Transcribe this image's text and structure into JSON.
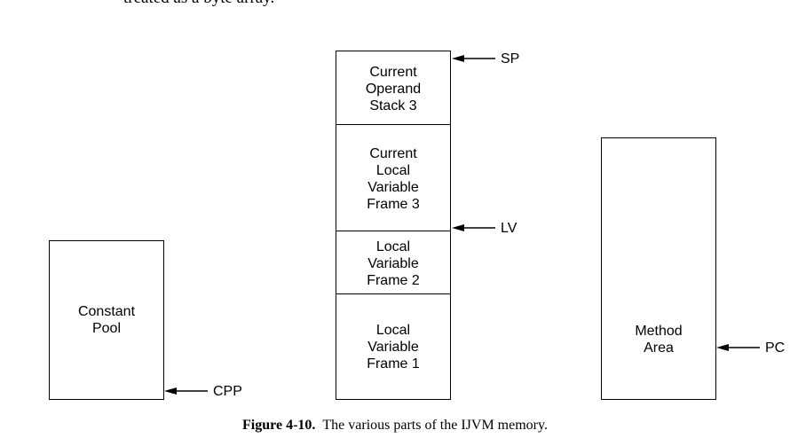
{
  "page": {
    "cut_text": "treated as a byte array."
  },
  "constant_pool": {
    "label": "Constant\nPool",
    "pointer": "CPP"
  },
  "stack": {
    "cells": [
      {
        "label": "Current\nOperand\nStack 3"
      },
      {
        "label": "Current\nLocal\nVariable\nFrame 3"
      },
      {
        "label": "Local\nVariable\nFrame 2"
      },
      {
        "label": "Local\nVariable\nFrame 1"
      }
    ],
    "sp_pointer": "SP",
    "lv_pointer": "LV"
  },
  "method_area": {
    "label": "Method\nArea",
    "pointer": "PC"
  },
  "caption": {
    "figure_number": "Figure 4-10.",
    "text": "The various parts of the IJVM memory."
  }
}
